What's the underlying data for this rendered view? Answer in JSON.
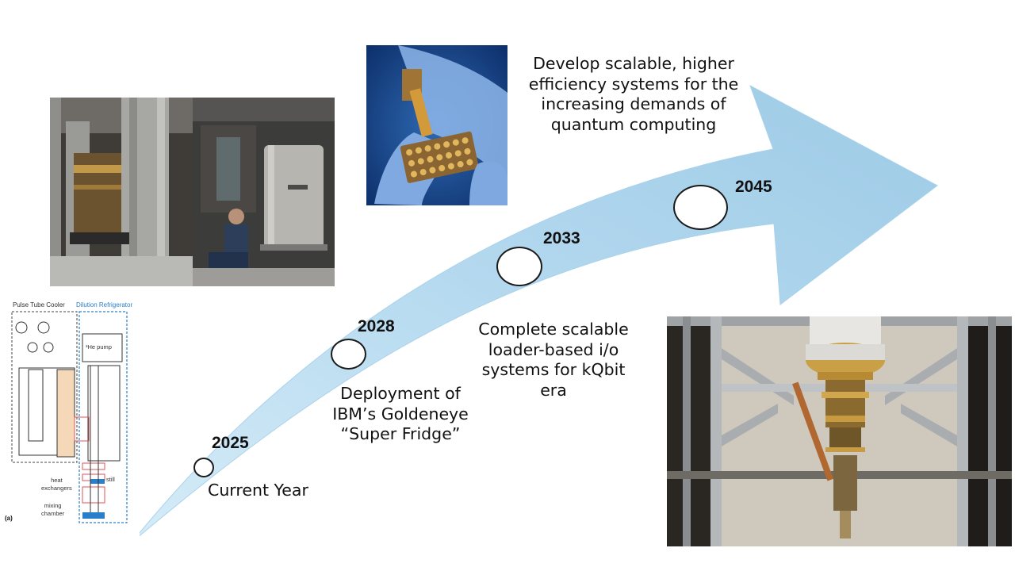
{
  "milestones": [
    {
      "year": "2025",
      "caption": "Current Year"
    },
    {
      "year": "2028",
      "caption_lines": [
        "Deployment of",
        "IBM’s Goldeneye",
        "“Super Fridge”"
      ]
    },
    {
      "year": "2033",
      "caption_lines": [
        "Complete scalable",
        "loader-based i/o",
        "systems for kQbit",
        "era"
      ]
    },
    {
      "year": "2045",
      "caption_lines": [
        "Develop scalable, higher",
        "efficiency systems for the",
        "increasing demands of",
        "quantum computing"
      ]
    }
  ],
  "schematic": {
    "pulse_tube_label": "Pulse Tube Cooler",
    "dilution_label": "Dilution Refrigerator",
    "he_pump_label": "³He pump",
    "still_label": "still",
    "heat_exchangers_label": "heat exchangers",
    "heat_exchangers_line1": "heat",
    "heat_exchangers_line2": "exchangers",
    "mixing_chamber_line1": "mixing",
    "mixing_chamber_line2": "chamber",
    "panel_label": "(a)"
  },
  "colors": {
    "arrow_start": "#c6e3f3",
    "arrow_end": "#9fcbe6",
    "dilution_blue": "#2a7fc9",
    "node_stroke": "#1a1a1a"
  }
}
